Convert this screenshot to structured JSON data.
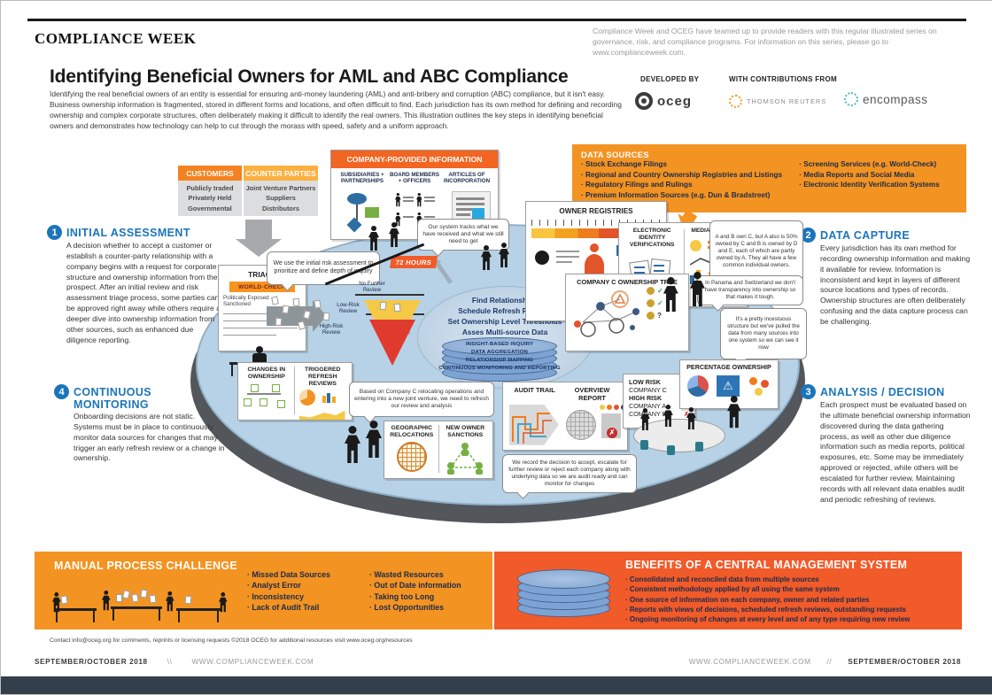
{
  "masthead": "COMPLIANCE WEEK",
  "teaser": "Compliance Week and OCEG have teamed up to provide readers with this regular illustrated series on governance, risk, and compliance programs. For information on this series, please go to www.complianceweek.com.",
  "title": "Identifying Beneficial Owners for AML and ABC Compliance",
  "intro": "Identifying the real beneficial owners of an entity is essential for ensuring anti-money laundering (AML) and anti-bribery and corruption (ABC) compliance, but it isn't easy. Business ownership information is fragmented, stored in different forms and locations, and often difficult to find. Each jurisdiction has its own method for defining and recording ownership and complex corporate structures, often deliberately making it difficult to identify the real owners. This illustration outlines the key steps in identifying beneficial owners and demonstrates how technology can help to cut through the morass with speed, safety and a uniform approach.",
  "credits": {
    "developed_by_label": "DEVELOPED BY",
    "developed_by_name": "oceg",
    "contributions_label": "WITH CONTRIBUTIONS FROM",
    "contributor_1": "THOMSON REUTERS",
    "contributor_2": "encompass"
  },
  "steps": [
    {
      "num": "1",
      "title": "INITIAL ASSESSMENT",
      "body": "A decision whether to accept a customer or establish a counter-party relationship with a company begins with a request for corporate structure and ownership information from the prospect. After an initial review and risk assessment triage process, some parties can be approved right away while others require a deeper dive into ownership information from other sources, such as enhanced due diligence reporting."
    },
    {
      "num": "2",
      "title": "DATA CAPTURE",
      "body": "Every jurisdiction has its own method for recording ownership information and making it available for review. Information is inconsistent and kept in layers of different source locations and types of records. Ownership structures are often deliberately confusing and the data capture process can be challenging."
    },
    {
      "num": "3",
      "title": "ANALYSIS / DECISION",
      "body": "Each prospect must be evaluated based on the ultimate beneficial ownership information discovered during the data gathering process, as well as other due diligence information such as media reports, political exposures, etc. Some may be immediately approved or rejected, while others will be escalated for further review. Maintaining records with all relevant data enables audit and periodic refreshing of reviews."
    },
    {
      "num": "4",
      "title": "CONTINUOUS MONITORING",
      "body": "Onboarding decisions are not static. Systems must be in place to continuously monitor data sources for changes that may trigger an early refresh review or a change in ownership."
    }
  ],
  "customers": {
    "title": "CUSTOMERS",
    "lines": [
      "Publicly traded",
      "Privately Held",
      "Governmental"
    ]
  },
  "counter_parties": {
    "title": "COUNTER PARTIES",
    "lines": [
      "Joint Venture Partners",
      "Suppliers",
      "Distributors"
    ]
  },
  "company_info": {
    "title": "COMPANY-PROVIDED INFORMATION",
    "cols": [
      "SUBSIDIARIES + PARTNERSHIPS",
      "BOARD MEMBERS + OFFICERS",
      "ARTICLES OF INCORPORATION"
    ]
  },
  "data_sources": {
    "title": "DATA SOURCES",
    "col1": [
      "Stock Exchange Filings",
      "Regional and Country Ownership Registries and Listings",
      "Regulatory Filings and Rulings",
      "Premium Information Sources (e.g. Dun & Bradstreet)"
    ],
    "col2": [
      "Screening Services (e.g. World-Check)",
      "Media Reports and Social Media",
      "Electronic Identity Verification Systems"
    ]
  },
  "triage": {
    "title": "TRIAGE",
    "badge": "WORLD-CHECK",
    "line1": "Politically Exposed",
    "line2": "Sanctioned"
  },
  "hours_badge": "72 HOURS",
  "flow": {
    "no_further": "No Further Review",
    "low": "Low-Risk Review",
    "high": "High-Risk Review"
  },
  "bubbles": {
    "risk": "We use the initial risk assessment to prioritize and define depth of inquiry",
    "tracks": "Our system tracks what we have received and what we still need to get",
    "own": "A and B own C, but A also is 50% owned by C and B is owned by D and E, each of which are partly owned by A. They all have a few common individual owners.",
    "panama": "In Panama and Switzerland we don't have transparency into ownership so that makes it tough.",
    "structure": "It's a pretty incestuous structure but we've pulled the data from many sources into one system so we can see it now",
    "refresh": "Based on Company C relocating operations and entering into a new joint venture, we need to refresh our review and analysis",
    "record": "We record the decision to accept, escalate for further review or reject each company along with underlying data so we are audit ready and can monitor for changes"
  },
  "hub": {
    "l1": "Find Relationships",
    "l2": "Schedule Refresh Reviews",
    "l3": "Set Ownership Level Thresholds",
    "l4": "Asses Multi-source Data",
    "d1": "INSIGHT-BASED INQUIRY",
    "d2": "DATA AGGREGATION",
    "d3": "RELATIONSHIP MAPPING",
    "d4": "CONTINUOUS MONITORING AND REPORTING"
  },
  "panels": {
    "owner_registries": "OWNER REGISTRIES",
    "eiv": "ELECTRONIC IDENTITY VERIFICATIONS",
    "media": "MEDIA REPORTS",
    "tree": "COMPANY C OWNERSHIP TREE",
    "changes": "CHANGES IN OWNERSHIP",
    "triggered": "TRIGGERED REFRESH REVIEWS",
    "geographic": "GEOGRAPHIC RELOCATIONS",
    "sanctions": "NEW OWNER SANCTIONS",
    "audit": "AUDIT TRAIL",
    "overview": "OVERVIEW REPORT",
    "percentage": "PERCENTAGE OWNERSHIP"
  },
  "risk_list": {
    "low_label": "LOW RISK",
    "high_label": "HIGH RISK",
    "rows": [
      {
        "name": "COMPANY C",
        "mark": "✗"
      },
      {
        "name": "COMPANY A",
        "mark": "✓"
      },
      {
        "name": "COMPANY B",
        "mark": "✗"
      }
    ]
  },
  "manual": {
    "title": "MANUAL PROCESS CHALLENGE",
    "col1": [
      "Missed Data Sources",
      "Analyst Error",
      "Inconsistency",
      "Lack of Audit Trail"
    ],
    "col2": [
      "Wasted Resources",
      "Out of Date information",
      "Taking too Long",
      "Lost Opportunities"
    ]
  },
  "benefits": {
    "title": "BENEFITS OF A CENTRAL MANAGEMENT SYSTEM",
    "items": [
      "Consolidated and reconciled data from multiple sources",
      "Consistent methodology applied by all using the same system",
      "One source of information on each company, owner and related parties",
      "Reports with views of decisions, scheduled refresh reviews, outstanding requests",
      "Ongoing monitoring of changes at every level and of any type requiring new review"
    ]
  },
  "contact": "Contact info@oceg.org for comments, reprints or licensing requests ©2018 OCEG for additional resources visit www.oceg.org/resources",
  "footer": {
    "issue": "SEPTEMBER/OCTOBER 2018",
    "site": "WWW.COMPLIANCEWEEK.COM",
    "sep_left": "\\\\",
    "sep_right": "//"
  },
  "colors": {
    "accent_orange": "#f39322",
    "accent_red_orange": "#f15a29",
    "step_blue": "#1b75bb",
    "platform_blue": "#b7d2e6",
    "navy_text": "#1b2a4a"
  }
}
